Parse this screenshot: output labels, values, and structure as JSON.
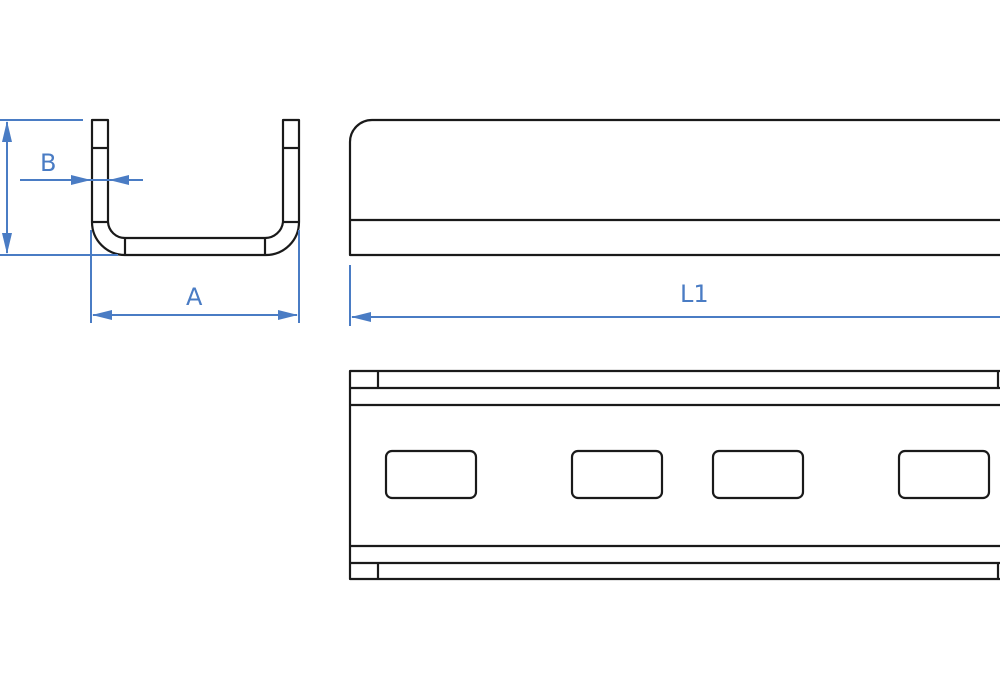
{
  "colors": {
    "outline": "#1a1a1a",
    "dimension": "#4a7cc4"
  },
  "dimensions": {
    "width_label": "A",
    "thickness_label": "B",
    "length_label": "L1"
  }
}
